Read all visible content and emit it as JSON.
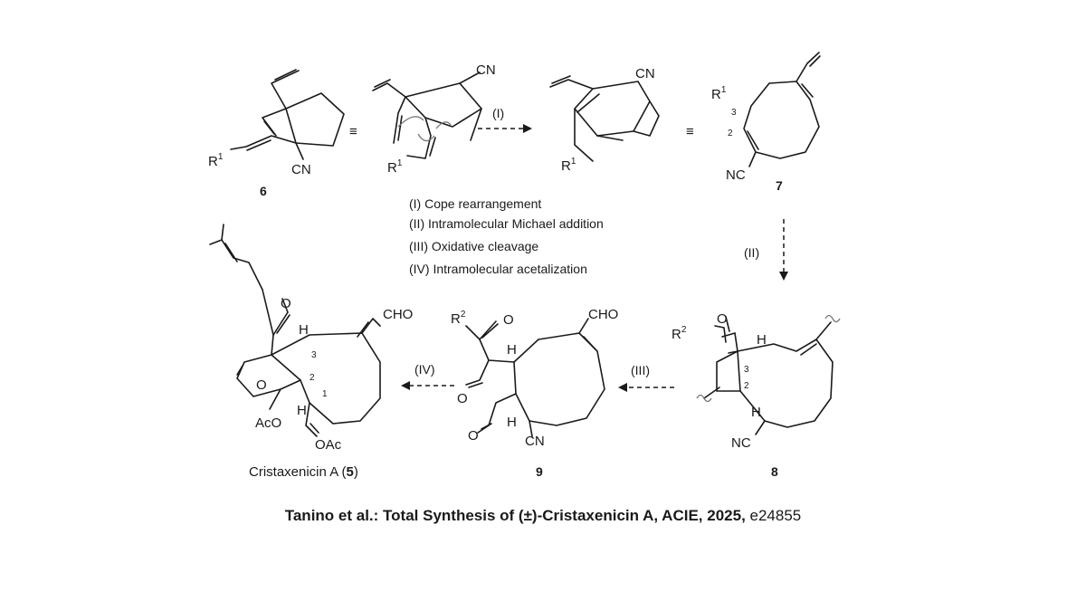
{
  "scheme": {
    "compounds": {
      "c6": {
        "number": "6",
        "R": "R",
        "R_sup": "1",
        "CN": "CN"
      },
      "bicyclic": {
        "CN": "CN",
        "R": "R",
        "R_sup": "1"
      },
      "macrocycle": {
        "CN": "CN",
        "R": "R",
        "R_sup": "1"
      },
      "c7": {
        "number": "7",
        "R": "R",
        "R_sup": "1",
        "NC": "NC",
        "pos3": "3",
        "pos2": "2"
      },
      "c8": {
        "number": "8",
        "R": "R",
        "R_sup": "2",
        "O": "O",
        "H_top": "H",
        "H_bottom": "H",
        "NC": "NC",
        "pos3": "3",
        "pos2": "2"
      },
      "c9": {
        "number": "9",
        "R": "R",
        "R_sup": "2",
        "O_ketone": "O",
        "O_ald1": "O",
        "O_ald2": "O",
        "H_top": "H",
        "H_bottom": "H",
        "CHO": "CHO",
        "CN": "CN"
      },
      "c5": {
        "name_text": "Cristaxenicin A (",
        "name_number": "5",
        "name_close": ")",
        "O_ketone": "O",
        "O_ring": "O",
        "H_top": "H",
        "H_mid": "H",
        "CHO": "CHO",
        "AcO": "AcO",
        "OAc": "OAc",
        "pos3": "3",
        "pos2": "2",
        "pos1": "1"
      }
    },
    "equiv_symbol": "≡",
    "arrows": {
      "I": "(I)",
      "II": "(II)",
      "III": "(III)",
      "IV": "(IV)"
    },
    "conditions": [
      "(I)  Cope rearrangement",
      "(II)  Intramolecular Michael addition",
      "(III)  Oxidative cleavage",
      "(IV) Intramolecular acetalization"
    ]
  },
  "caption": {
    "authors": "Tanino et al.",
    "colon": ":",
    "title": " Total Synthesis of (±)-Cristaxenicin A, ACIE, 2025,",
    "article": " e24855"
  }
}
